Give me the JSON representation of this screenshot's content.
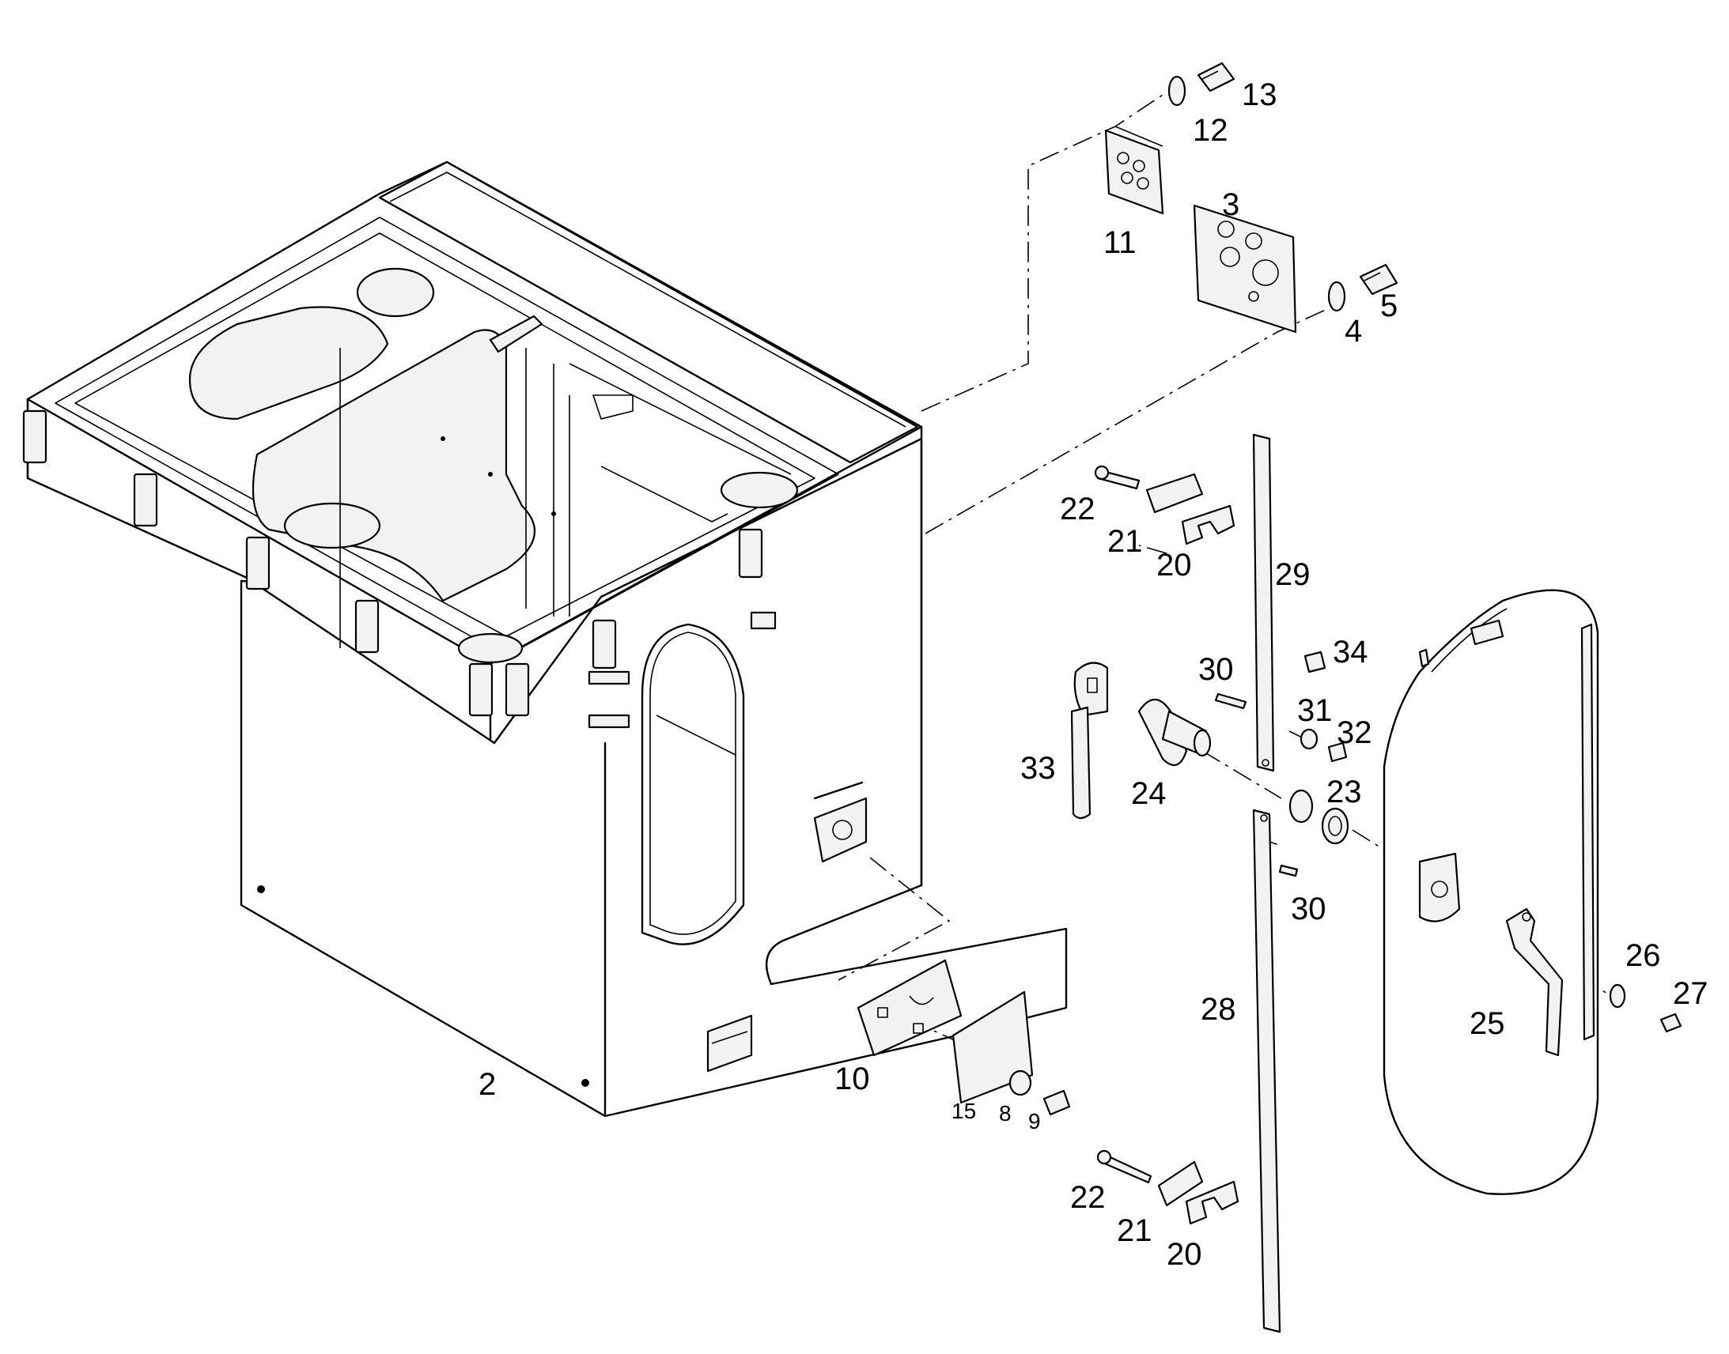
{
  "callouts": {
    "c2": "2",
    "c3": "3",
    "c4": "4",
    "c5": "5",
    "c8": "8",
    "c9": "9",
    "c10": "10",
    "c11": "11",
    "c12": "12",
    "c13": "13",
    "c15": "15",
    "c20a": "20",
    "c20b": "20",
    "c21a": "21",
    "c21b": "21",
    "c22a": "22",
    "c22b": "22",
    "c23": "23",
    "c24": "24",
    "c25": "25",
    "c26": "26",
    "c27": "27",
    "c28": "28",
    "c29": "29",
    "c30a": "30",
    "c30b": "30",
    "c31": "31",
    "c32": "32",
    "c33": "33",
    "c34": "34"
  }
}
